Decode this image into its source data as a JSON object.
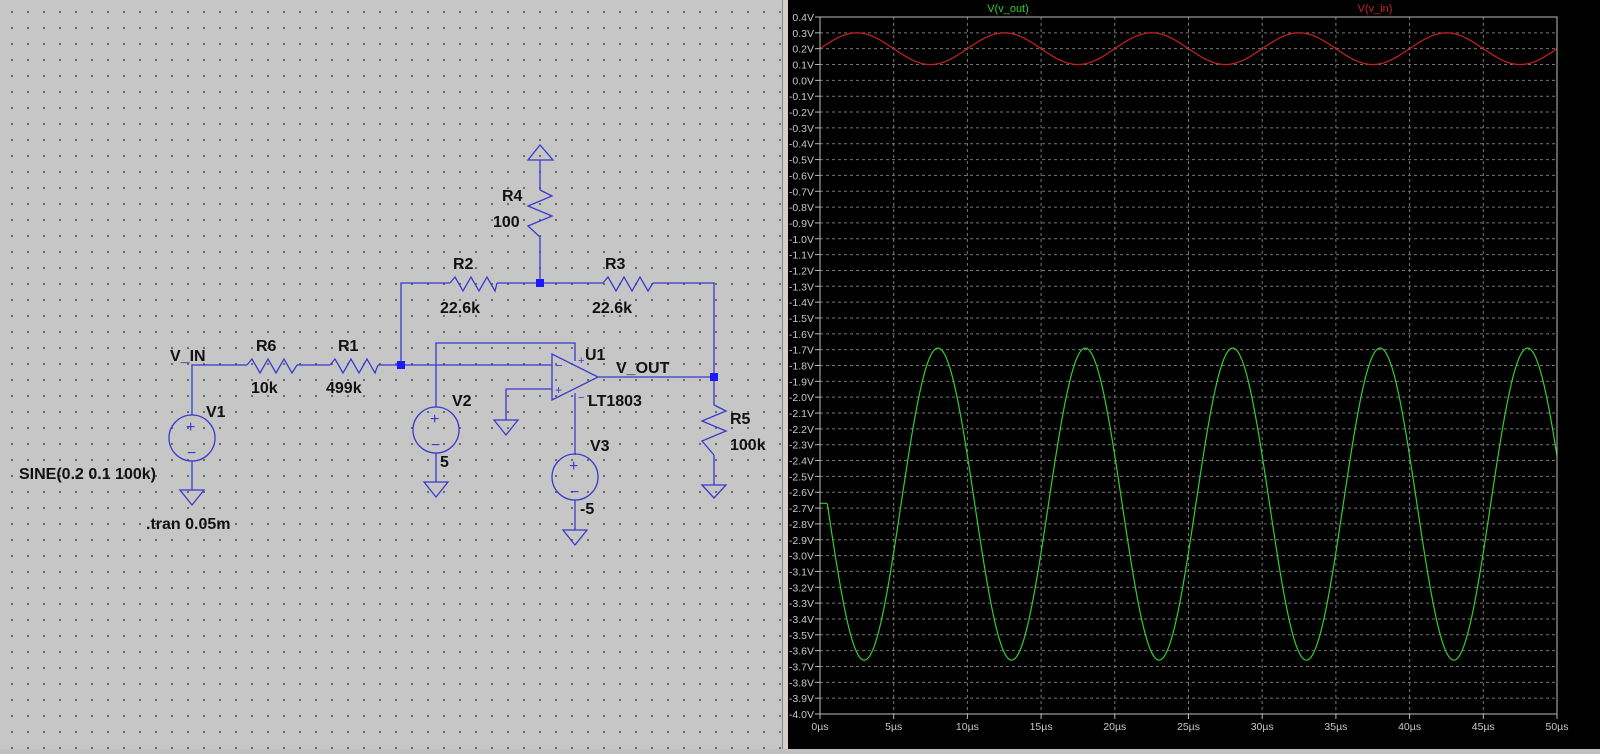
{
  "schematic": {
    "net_vin": "V_IN",
    "net_vout": "V_OUT",
    "v1": {
      "name": "V1",
      "value": "SINE(0.2 0.1 100k)"
    },
    "v2": {
      "name": "V2",
      "value": "5"
    },
    "v3": {
      "name": "V3",
      "value": "-5"
    },
    "r1": {
      "name": "R1",
      "value": "499k"
    },
    "r2": {
      "name": "R2",
      "value": "22.6k"
    },
    "r3": {
      "name": "R3",
      "value": "22.6k"
    },
    "r4": {
      "name": "R4",
      "value": "100"
    },
    "r5": {
      "name": "R5",
      "value": "100k"
    },
    "r6": {
      "name": "R6",
      "value": "10k"
    },
    "u1": {
      "name": "U1",
      "value": "LT1803"
    },
    "directive": ".tran 0.05m",
    "wire_color": "#3a3acc"
  },
  "chart_data": {
    "type": "line",
    "title": "",
    "xlabel": "",
    "ylabel": "",
    "xlim": [
      0,
      50
    ],
    "ylim": [
      -4.0,
      0.4
    ],
    "xticks": [
      "0µs",
      "5µs",
      "10µs",
      "15µs",
      "20µs",
      "25µs",
      "30µs",
      "35µs",
      "40µs",
      "45µs",
      "50µs"
    ],
    "xtick_values": [
      0,
      5,
      10,
      15,
      20,
      25,
      30,
      35,
      40,
      45,
      50
    ],
    "yticks": [
      "0.4V",
      "0.3V",
      "0.2V",
      "0.1V",
      "0.0V",
      "-0.1V",
      "-0.2V",
      "-0.3V",
      "-0.4V",
      "-0.5V",
      "-0.6V",
      "-0.7V",
      "-0.8V",
      "-0.9V",
      "-1.0V",
      "-1.1V",
      "-1.2V",
      "-1.3V",
      "-1.4V",
      "-1.5V",
      "-1.6V",
      "-1.7V",
      "-1.8V",
      "-1.9V",
      "-2.0V",
      "-2.1V",
      "-2.2V",
      "-2.3V",
      "-2.4V",
      "-2.5V",
      "-2.6V",
      "-2.7V",
      "-2.8V",
      "-2.9V",
      "-3.0V",
      "-3.1V",
      "-3.2V",
      "-3.3V",
      "-3.4V",
      "-3.5V",
      "-3.6V",
      "-3.7V",
      "-3.8V",
      "-3.9V",
      "-4.0V"
    ],
    "grid": true,
    "x_unit": "µs",
    "series": [
      {
        "name": "V(v_out)",
        "color": "#33cc33",
        "model": "sine",
        "offset": -2.675,
        "amplitude": 0.985,
        "period": 10,
        "phase_delay": 5.5,
        "initial_value": -2.67,
        "model_start": 0.5
      },
      {
        "name": "V(v_in)",
        "color": "#cc2020",
        "model": "sine",
        "offset": 0.2,
        "amplitude": 0.1,
        "period": 10,
        "phase_delay": 0,
        "initial_value": 0.2,
        "model_start": 0
      }
    ]
  }
}
